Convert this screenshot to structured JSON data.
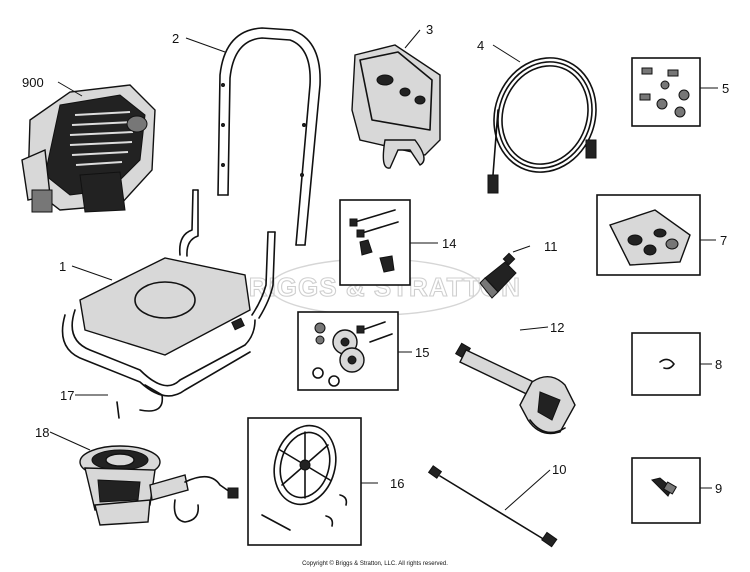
{
  "watermark": "BRIGGS & STRATTON",
  "copyright": "Copyright © Briggs & Stratton, LLC. All rights reserved.",
  "callouts": {
    "c900": "900",
    "c1": "1",
    "c2": "2",
    "c3": "3",
    "c4": "4",
    "c5": "5",
    "c7": "7",
    "c8": "8",
    "c9": "9",
    "c10": "10",
    "c11": "11",
    "c12": "12",
    "c14": "14",
    "c15": "15",
    "c16": "16",
    "c17": "17",
    "c18": "18"
  }
}
